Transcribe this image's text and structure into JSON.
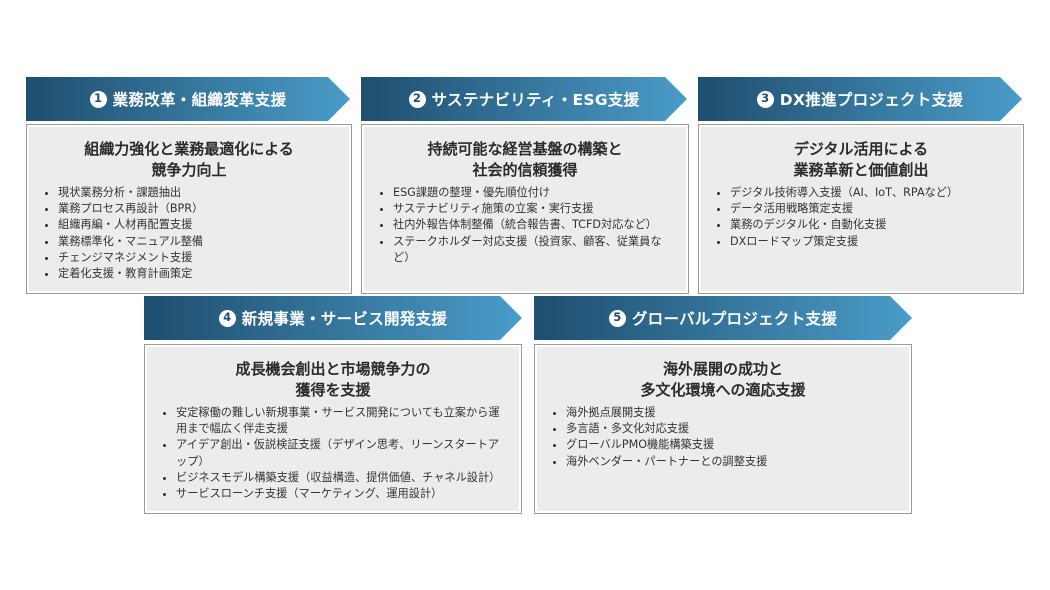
{
  "cards": [
    {
      "number": "1",
      "heading": "業務改革・組織変革支援",
      "title_lines": [
        "組織力強化と業務最適化による",
        "競争力向上"
      ],
      "items": [
        "現状業務分析・課題抽出",
        "業務プロセス再設計（BPR）",
        "組織再編・人材再配置支援",
        "業務標準化・マニュアル整備",
        "チェンジマネジメント支援",
        "定着化支援・教育計画策定"
      ]
    },
    {
      "number": "2",
      "heading": "サステナビリティ・ESG支援",
      "title_lines": [
        "持続可能な経営基盤の構築と",
        "社会的信頼獲得"
      ],
      "items": [
        "ESG課題の整理・優先順位付け",
        "サステナビリティ施策の立案・実行支援",
        "社内外報告体制整備（統合報告書、TCFD対応など）",
        "ステークホルダー対応支援（投資家、顧客、従業員など）"
      ]
    },
    {
      "number": "3",
      "heading": "DX推進プロジェクト支援",
      "title_lines": [
        "デジタル活用による",
        "業務革新と価値創出"
      ],
      "items": [
        "デジタル技術導入支援（AI、IoT、RPAなど）",
        "データ活用戦略策定支援",
        "業務のデジタル化・自動化支援",
        "DXロードマップ策定支援"
      ]
    },
    {
      "number": "4",
      "heading": "新規事業・サービス開発支援",
      "title_lines": [
        "成長機会創出と市場競争力の",
        "獲得を支援"
      ],
      "items": [
        "安定稼働の難しい新規事業・サービス開発についても立案から運用まで幅広く伴走支援",
        "アイデア創出・仮説検証支援（デザイン思考、リーンスタートアップ）",
        "ビジネスモデル構築支援（収益構造、提供価値、チャネル設計）",
        "サービスローンチ支援（マーケティング、運用設計）"
      ]
    },
    {
      "number": "5",
      "heading": "グローバルプロジェクト支援",
      "title_lines": [
        "海外展開の成功と",
        "多文化環境への適応支援"
      ],
      "items": [
        "海外拠点展開支援",
        "多言語・多文化対応支援",
        "グローバルPMO機能構築支援",
        "海外ベンダー・パートナーとの調整支援"
      ]
    }
  ],
  "colors": {
    "banner_dark": "#1f4e6e",
    "banner_light": "#4a9cc9",
    "box_bg": "#ececec"
  }
}
